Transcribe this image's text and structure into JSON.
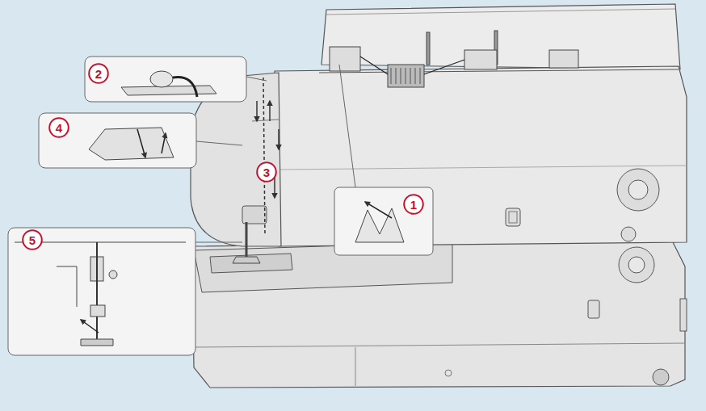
{
  "diagram": {
    "nodes": [
      {
        "text": [
          "1"
        ]
      },
      {
        "text": [
          "2"
        ]
      },
      {
        "text": [
          "3"
        ]
      },
      {
        "text": [
          "4"
        ]
      },
      {
        "text": [
          "5"
        ]
      }
    ],
    "edges": []
  }
}
